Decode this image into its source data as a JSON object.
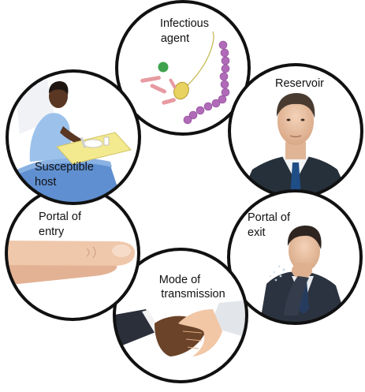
{
  "diagram": {
    "nodes": [
      {
        "id": "infectious-agent",
        "label": [
          "Infectious",
          "agent"
        ],
        "illustration": "microbes-icon"
      },
      {
        "id": "reservoir",
        "label": [
          "Reservoir"
        ],
        "illustration": "man-portrait-icon"
      },
      {
        "id": "portal-of-exit",
        "label": [
          "Portal of",
          "exit"
        ],
        "illustration": "coughing-man-icon"
      },
      {
        "id": "mode-of-transmission",
        "label": [
          "Mode of",
          "transmission"
        ],
        "illustration": "handshake-icon"
      },
      {
        "id": "portal-of-entry",
        "label": [
          "Portal of",
          "entry"
        ],
        "illustration": "pointing-finger-icon"
      },
      {
        "id": "susceptible-host",
        "label": [
          "Susceptible",
          "host"
        ],
        "illustration": "patient-in-bed-icon"
      }
    ],
    "ring_color": "#111111"
  }
}
